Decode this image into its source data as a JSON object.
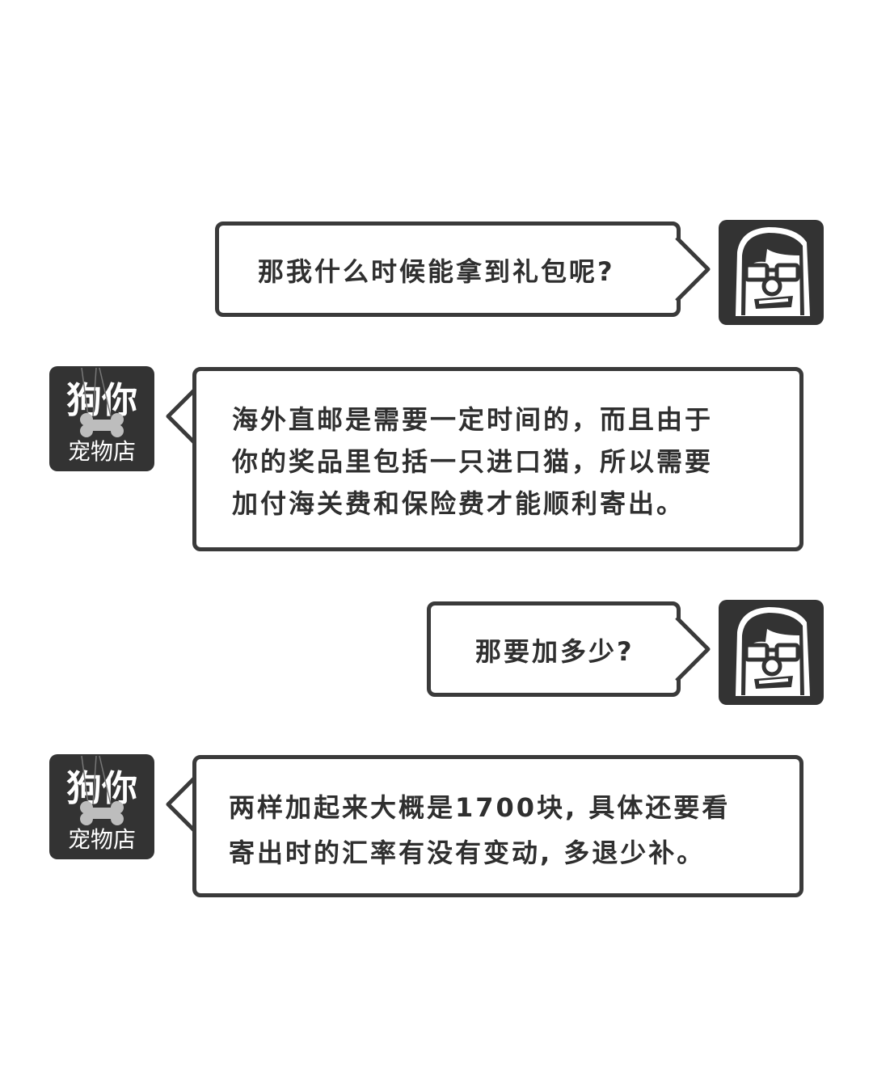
{
  "messages": [
    {
      "side": "right",
      "lines": [
        "那我什么时候能拿到礼包呢?"
      ],
      "avatar": "cartoon-man-icon"
    },
    {
      "side": "left",
      "lines": [
        "海外直邮是需要一定时间的，而且由于",
        "你的奖品里包括一只进口猫，所以需要",
        "加付海关费和保险费才能顺利寄出。"
      ],
      "avatar": "shop-logo"
    },
    {
      "side": "right",
      "lines": [
        "那要加多少?"
      ],
      "avatar": "cartoon-man-icon"
    },
    {
      "side": "left",
      "lines": [
        "两样加起来大概是1700块, 具体还要看",
        "寄出时的汇率有没有变动, 多退少补。"
      ],
      "avatar": "shop-logo"
    }
  ],
  "shop_logo": {
    "title": "狗你",
    "subtitle": "宠物店",
    "icon": "bone-icon"
  },
  "colors": {
    "border": "#3a3a3a",
    "avatar_bg": "#333333",
    "text": "#2f2f2f"
  }
}
